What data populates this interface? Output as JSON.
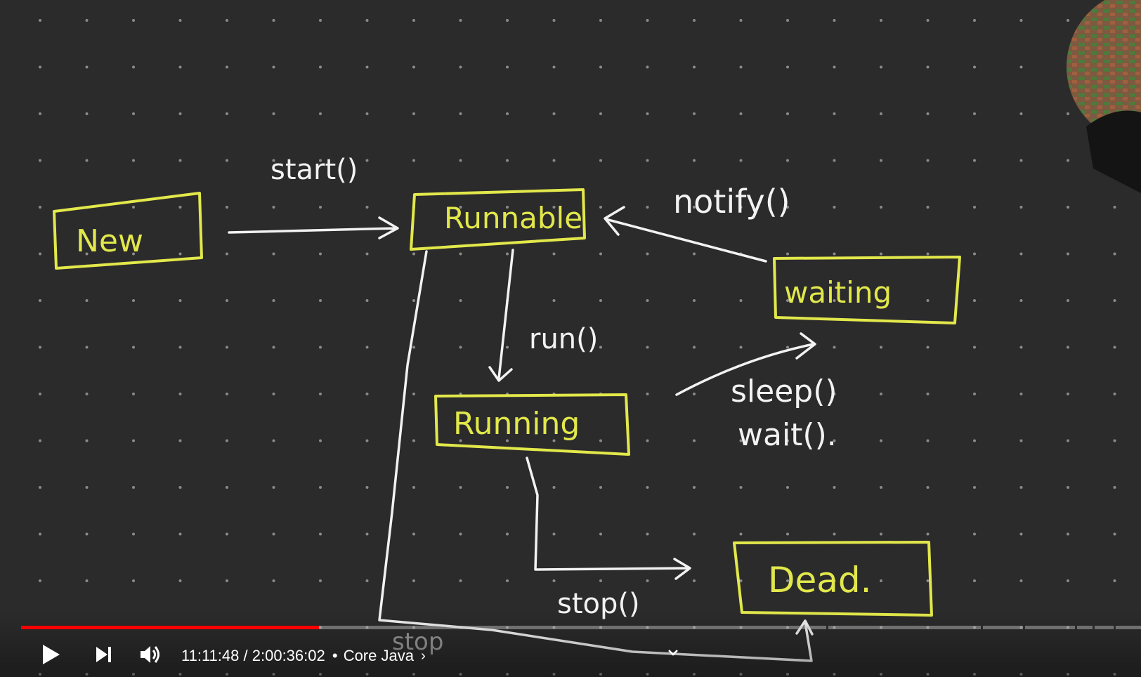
{
  "whiteboard": {
    "states": {
      "new": "New",
      "runnable": "Runnable",
      "running": "Running",
      "waiting": "waiting",
      "dead": "Dead."
    },
    "transitions": {
      "start": "start()",
      "run": "run()",
      "notify": "notify()",
      "sleep": "sleep()",
      "wait": "wait().",
      "stop": "stop()",
      "stop_scribble": "stop"
    },
    "colors": {
      "box": "#e2e84a",
      "chalk": "#f2f2f2",
      "background": "#2b2b2c"
    }
  },
  "player": {
    "progress_fraction": 0.266,
    "current_time": "11:11:48",
    "separator": "/",
    "duration": "2:00:36:02",
    "dot": "•",
    "chapter": "Core Java",
    "icons": {
      "play": "play-icon",
      "next": "next-icon",
      "volume": "volume-icon",
      "chapter_chevron": "chevron-right-icon",
      "settings_caret": "chevron-down-icon"
    },
    "colors": {
      "progress": "#ff0000",
      "text": "#ffffff"
    }
  }
}
